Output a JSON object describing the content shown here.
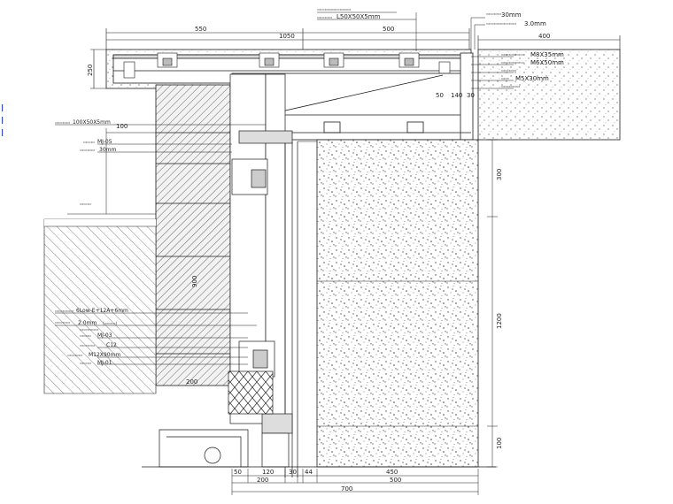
{
  "dims_top": {
    "overall": "1050",
    "left_span": "550",
    "right_span": "500",
    "right_block": "400",
    "left_height": "250"
  },
  "dims_right": {
    "offset_300": "300",
    "span_1200": "1200",
    "span_bottom": "100"
  },
  "dims_left": {
    "offset_100": "100",
    "step_200": "200",
    "stone_height": "900"
  },
  "dims_mid": {
    "d50": "50",
    "d140": "140",
    "d30": "30"
  },
  "dims_bottom": {
    "d50": "50",
    "d120": "120",
    "d30": "30",
    "d44": "44",
    "d450": "450",
    "d200": "200",
    "d500": "500",
    "d700": "700"
  },
  "annotations_top": {
    "angle_steel": "L50X50X5mm",
    "thk_30": "30mm",
    "thk_3": "3.0mm"
  },
  "annotations_right": {
    "bolt_1": "M8X35mm",
    "bolt_2": "M6X50mm",
    "bolt_3": "M5X30mm"
  },
  "annotations_left": {
    "steel_tube": "100X50X5mm",
    "mj05": "MJ-05",
    "thk_30b": "30mm",
    "glass": "6Low-E+12A+6mm",
    "alu_2": "2.0mm",
    "mj03": "MJ-03",
    "c12": "C12",
    "bolt_m12": "M12X90mm",
    "mj01": "MJ-01"
  },
  "colors": {
    "line": "#1a1a1a",
    "concrete_dot": "#555555",
    "hatch": "#222222",
    "margin_text": "#1f3fbf"
  },
  "margin_glyphs": [
    "I",
    "I",
    "I"
  ]
}
